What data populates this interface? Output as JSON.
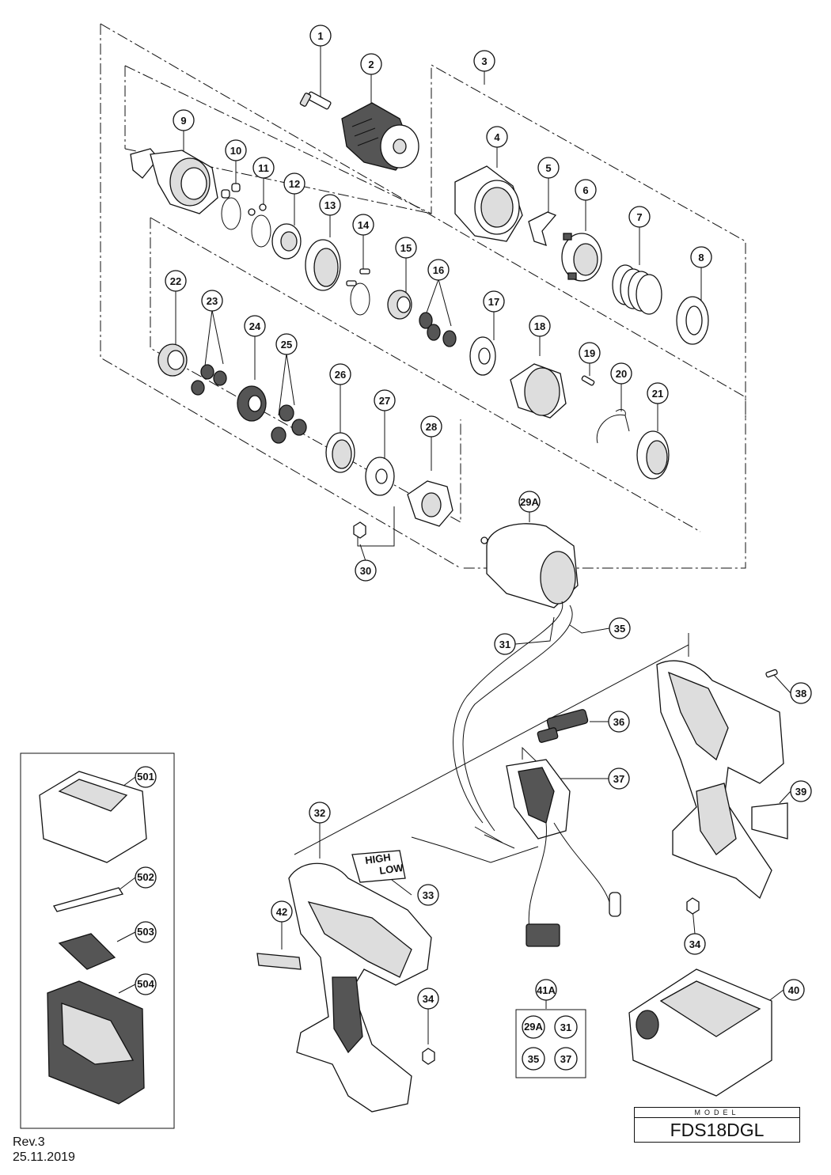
{
  "model": {
    "label": "MODEL",
    "value": "FDS18DGL"
  },
  "revision": {
    "rev": "Rev.3",
    "date": "25.11.2019"
  },
  "callouts": [
    "1",
    "2",
    "3",
    "4",
    "5",
    "6",
    "7",
    "8",
    "9",
    "10",
    "11",
    "12",
    "13",
    "14",
    "15",
    "16",
    "17",
    "18",
    "19",
    "20",
    "21",
    "22",
    "23",
    "24",
    "25",
    "26",
    "27",
    "28",
    "29A",
    "30",
    "31",
    "32",
    "33",
    "34",
    "34",
    "35",
    "36",
    "37",
    "38",
    "39",
    "40",
    "41A",
    "42",
    "501",
    "502",
    "503",
    "504"
  ],
  "kit_41A": [
    "29A",
    "31",
    "35",
    "37"
  ],
  "switch_labels": {
    "high": "HIGH",
    "low": "LOW"
  },
  "icons": [
    "chuck",
    "gear-case",
    "motor",
    "switch",
    "housing-half",
    "battery",
    "charger",
    "driver-bit",
    "carrying-case"
  ]
}
